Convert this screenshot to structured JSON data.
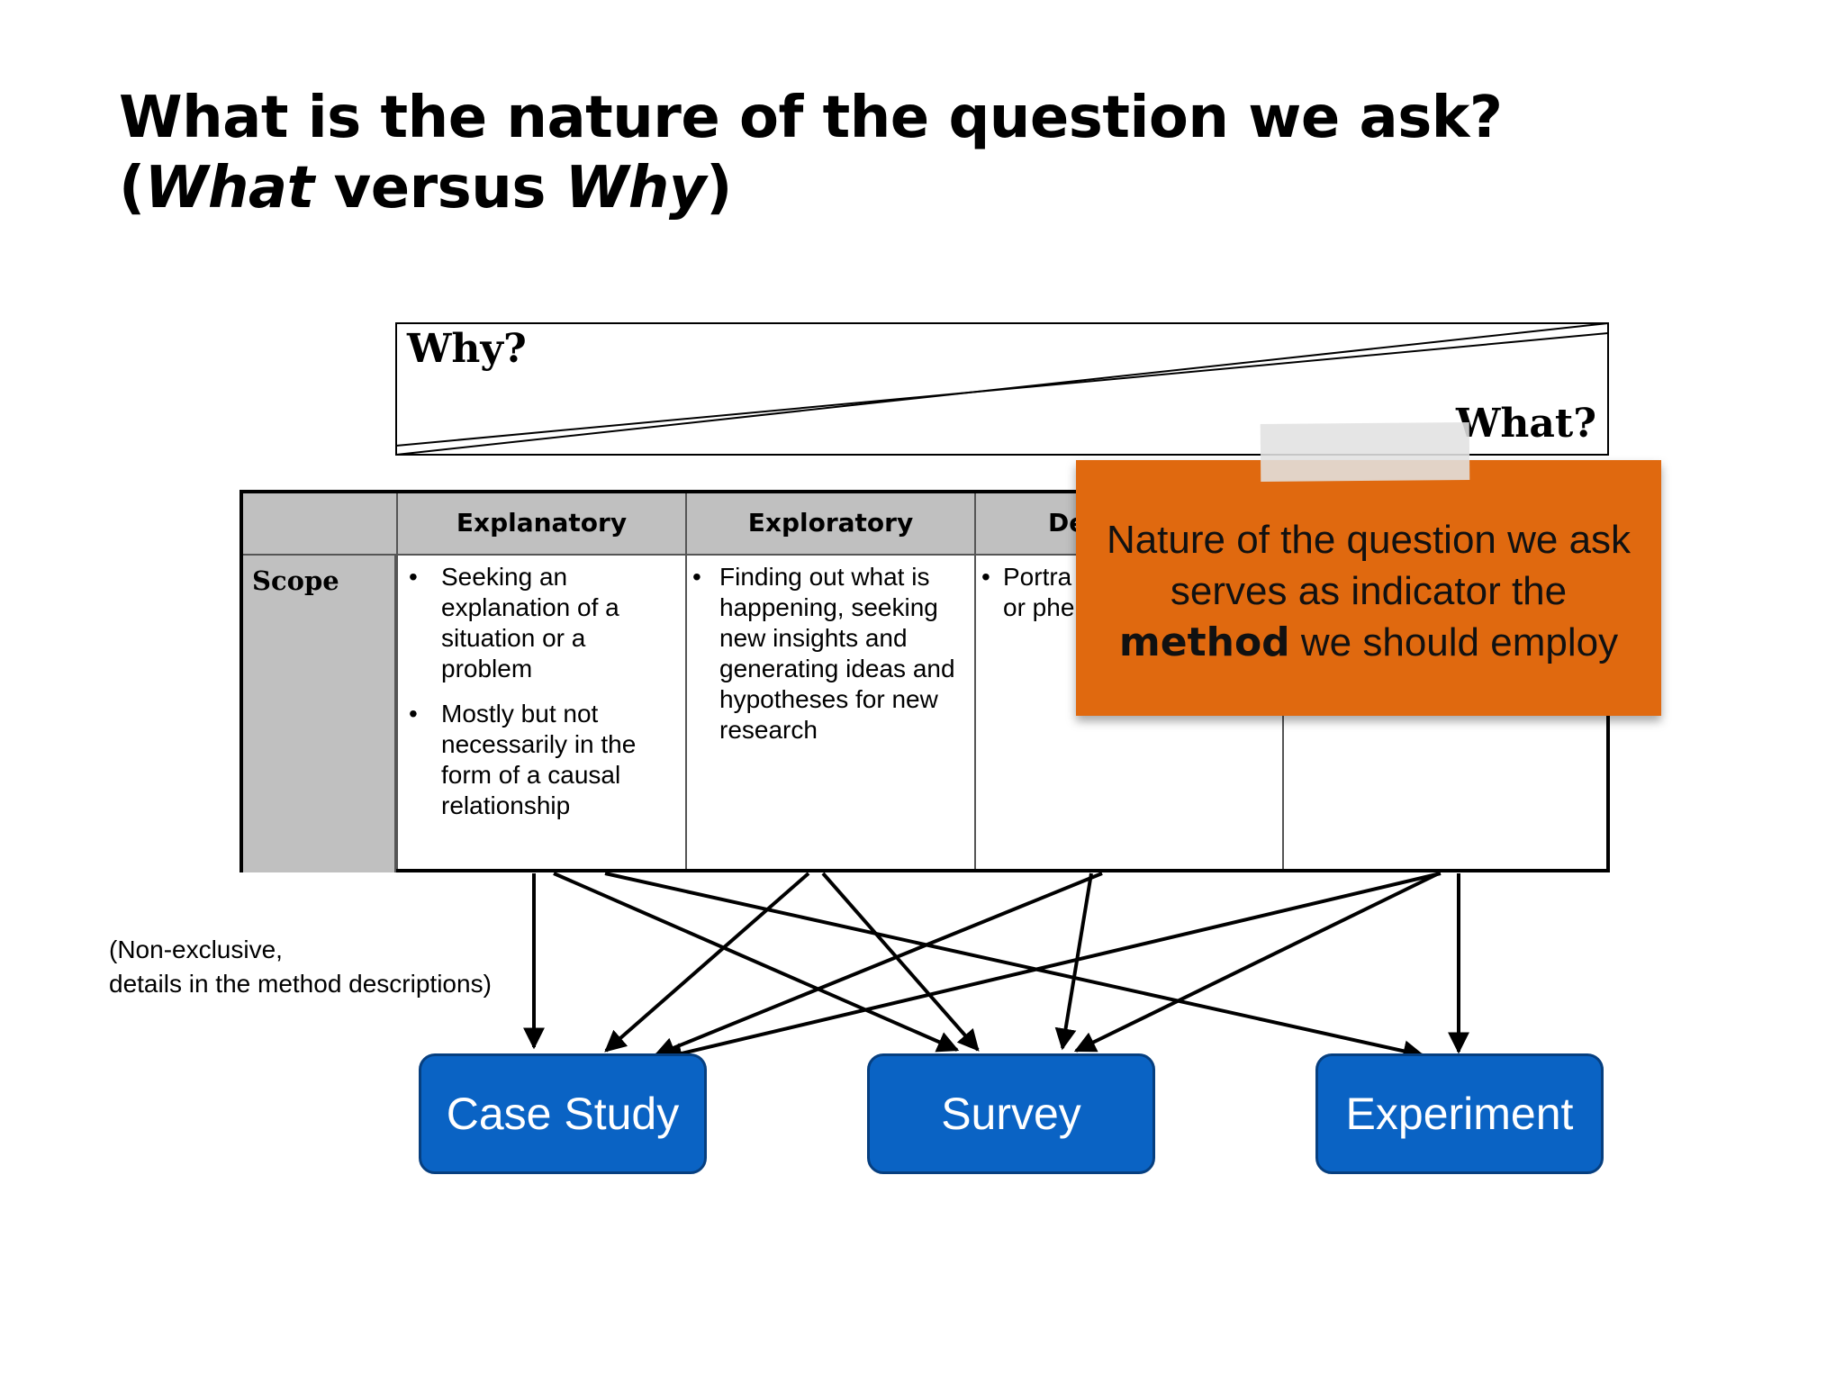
{
  "title": {
    "line1": "What is the nature of the question we ask?",
    "line2_open": "(",
    "line2_what": "What",
    "line2_mid": " versus ",
    "line2_why": "Why",
    "line2_close": ")"
  },
  "wedge": {
    "why_label": "Why?",
    "what_label": "What?"
  },
  "table": {
    "columns": [
      "Explanatory",
      "Exploratory",
      "De"
    ],
    "row_label": "Scope",
    "cells": {
      "explanatory": [
        "Seeking an explanation of a situation or a problem",
        "Mostly but not necessarily in the form of a causal relationship"
      ],
      "exploratory": [
        "Finding out what is happening, seeking new insights and generating ideas and hypotheses for new research"
      ],
      "descriptive": [
        "Portra",
        "or phe"
      ]
    }
  },
  "note": {
    "line1": "(Non-exclusive,",
    "line2": "details in the method descriptions)"
  },
  "methods": {
    "case_study": "Case Study",
    "survey": "Survey",
    "experiment": "Experiment"
  },
  "sticky": {
    "line1": "Nature of the question we ask",
    "line2": "serves as indicator the",
    "line3_bold": "method",
    "line3_rest": " we should employ"
  },
  "colors": {
    "method_fill": "#0a63c4",
    "sticky_fill": "#e0690f",
    "header_gray": "#c0c0c0"
  }
}
